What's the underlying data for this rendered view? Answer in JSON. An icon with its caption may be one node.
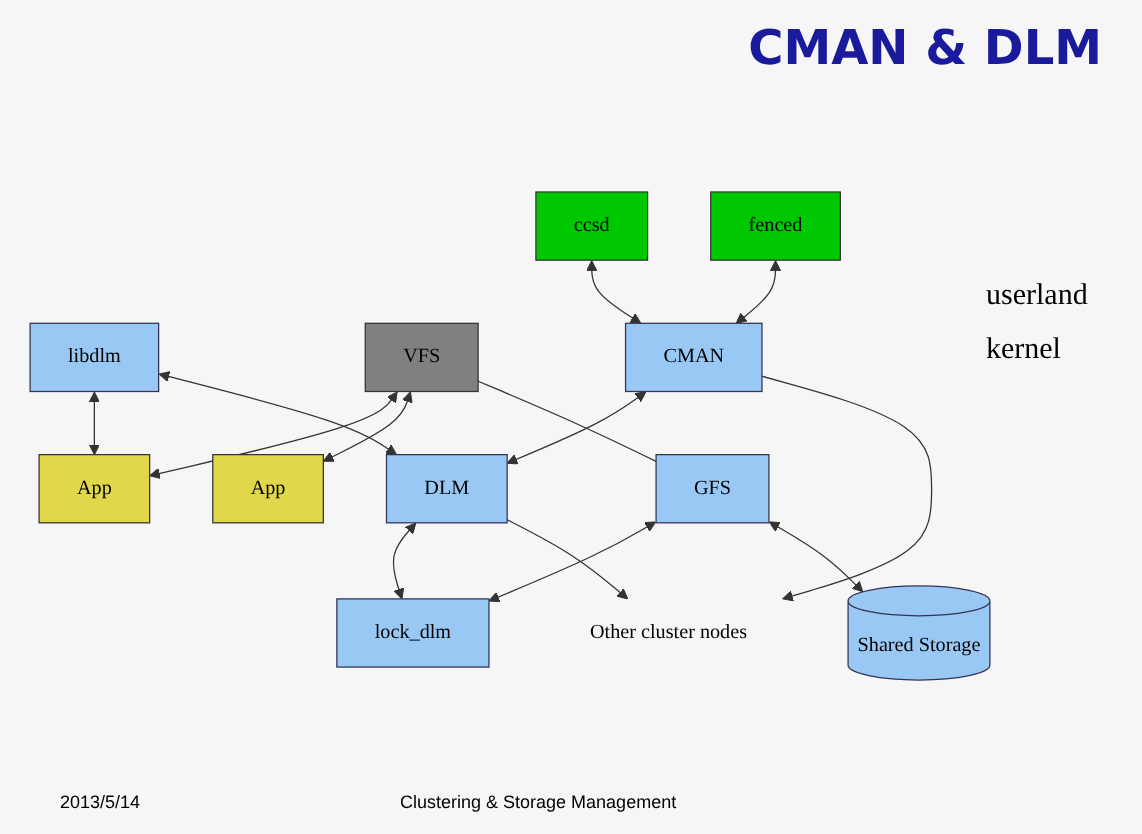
{
  "diagram": {
    "title": "CMAN & DLM",
    "nodes": [
      {
        "text": [
          "ccsd"
        ]
      },
      {
        "text": [
          "fenced"
        ]
      },
      {
        "text": [
          "App"
        ]
      },
      {
        "text": [
          "App"
        ]
      },
      {
        "text": [
          "libdlm"
        ]
      },
      {
        "text": [
          "VFS"
        ]
      },
      {
        "text": [
          "CMAN"
        ]
      },
      {
        "text": [
          "DLM"
        ]
      },
      {
        "text": [
          "GFS"
        ]
      },
      {
        "text": [
          "lock_dlm"
        ]
      },
      {
        "text": [
          "Shared Storage"
        ]
      },
      {
        "text": [
          "Other cluster nodes"
        ]
      }
    ],
    "edges": [
      {
        "from": 0,
        "to": 6,
        "arrow": "both"
      },
      {
        "from": 1,
        "to": 6,
        "arrow": "both"
      },
      {
        "from": 4,
        "to": 2,
        "arrow": "both"
      },
      {
        "from": 5,
        "to": 2,
        "arrow": "both"
      },
      {
        "from": 5,
        "to": 3,
        "arrow": "both"
      },
      {
        "from": 4,
        "to": 7,
        "arrow": "both"
      },
      {
        "from": 5,
        "to": 8,
        "arrow": "none"
      },
      {
        "from": 6,
        "to": 7,
        "arrow": "both"
      },
      {
        "from": 7,
        "to": 9,
        "arrow": "both"
      },
      {
        "from": 8,
        "to": 9,
        "arrow": "both"
      },
      {
        "from": 8,
        "to": 10,
        "arrow": "both"
      },
      {
        "from": 6,
        "to": 11,
        "arrow": "to"
      },
      {
        "from": 7,
        "to": 11,
        "arrow": "to"
      }
    ],
    "labels": [
      "userland",
      "kernel",
      "2013/5/14",
      "Clustering & Storage Management"
    ]
  }
}
